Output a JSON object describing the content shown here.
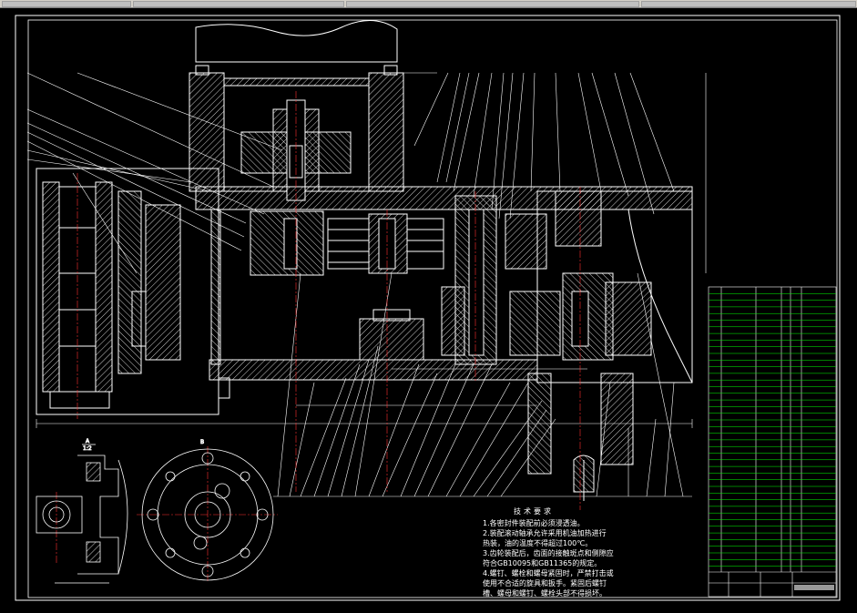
{
  "colors": {
    "background": "#000000",
    "linework": "#ffffff",
    "hatch": "#ffffff",
    "centerline": "#ff3030",
    "leader": "#ffffff",
    "title_block_grid": "#00ff00",
    "ui_strip": "#d4d0c8"
  },
  "views": {
    "section_A_label": "A",
    "section_A_scale": "1:2",
    "view_B_label": "B"
  },
  "technical_requirements": {
    "title": "技术要求",
    "lines": [
      "1.各密封件装配前必须浸透油。",
      "2.装配滚动轴承允许采用机油加热进行",
      "热装，油的温度不得超过100℃。",
      "3.齿轮装配后，齿面的接触斑点和侧隙应",
      "符合GB10095和GB11365的规定。",
      "4.螺钉、螺栓和螺母紧固时，严禁打击或",
      "使用不合适的旋具和扳手。紧固后螺钉",
      "槽、螺母和螺钉、螺栓头部不得损坏。"
    ]
  },
  "icons": {
    "hatch_pattern": "diagonal-hatch",
    "center_mark": "crosshair-icon"
  }
}
